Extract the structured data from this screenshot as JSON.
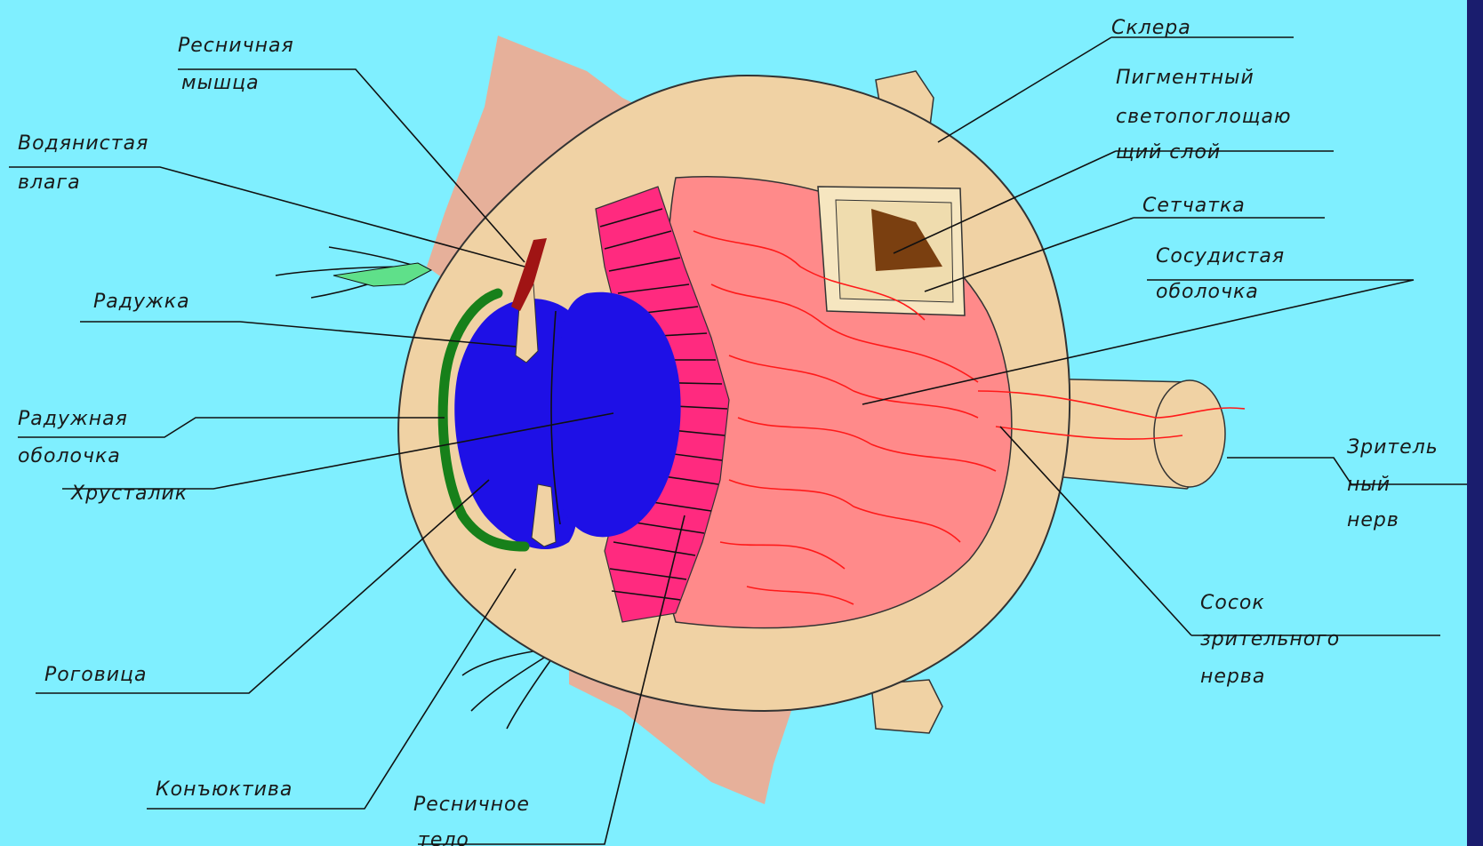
{
  "labels": {
    "ciliary_muscle": [
      "Ресничная",
      "мышца"
    ],
    "aqueous_humor": [
      "Водянистая",
      "влага"
    ],
    "iris": [
      "Радужка"
    ],
    "iris_membrane": [
      "Радужная",
      "оболочка"
    ],
    "lens": [
      "Хрусталик"
    ],
    "cornea": [
      "Роговица"
    ],
    "conjunctiva": [
      "Конъюктива"
    ],
    "ciliary_body": [
      "Ресничное",
      "тело"
    ],
    "sclera": [
      "Склера"
    ],
    "pigment_layer": [
      "Пигментный",
      "светопоглощаю",
      "щий слой"
    ],
    "retina": [
      "Сетчатка"
    ],
    "choroid": [
      "Сосудистая",
      "оболочка"
    ],
    "optic_nerve": [
      "Зритель",
      "ный",
      "нерв"
    ],
    "optic_disc": [
      "Сосок",
      "зрительного",
      "нерва"
    ]
  },
  "colors": {
    "background": "#7fefff",
    "sclera": "#f0d2a4",
    "eyelid": "#e6b09a",
    "retina": "#ff8a8a",
    "lens": "#1e10e6",
    "ciliary_body": "#ff2a7f",
    "iris": "#17801a",
    "pigment": "#7a3f10",
    "right_bar": "#1a1d6e"
  }
}
